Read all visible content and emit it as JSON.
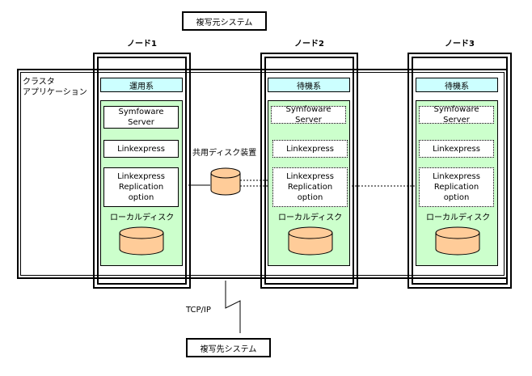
{
  "source_system": "複写元システム",
  "target_system": "複写先システム",
  "cluster_label_1": "クラスタ",
  "cluster_label_2": "アプリケーション",
  "shared_disk": "共用ディスク装置",
  "network": "TCP/IP",
  "nodes": [
    {
      "name": "ノード1",
      "role": "運用系",
      "symfoware": "Symfoware Server",
      "linkexpress": "Linkexpress",
      "replication": [
        "Linkexpress",
        "Replication",
        "option"
      ],
      "local_disk": "ローカルディスク"
    },
    {
      "name": "ノード2",
      "role": "待機系",
      "symfoware": "Symfoware Server",
      "linkexpress": "Linkexpress",
      "replication": [
        "Linkexpress",
        "Replication",
        "option"
      ],
      "local_disk": "ローカルディスク"
    },
    {
      "name": "ノード3",
      "role": "待機系",
      "symfoware": "Symfoware Server",
      "linkexpress": "Linkexpress",
      "replication": [
        "Linkexpress",
        "Replication",
        "option"
      ],
      "local_disk": "ローカルディスク"
    }
  ],
  "colors": {
    "role_fill": "#ccffff",
    "panel_fill": "#ccffcc",
    "disk_fill": "#ffcc99"
  }
}
